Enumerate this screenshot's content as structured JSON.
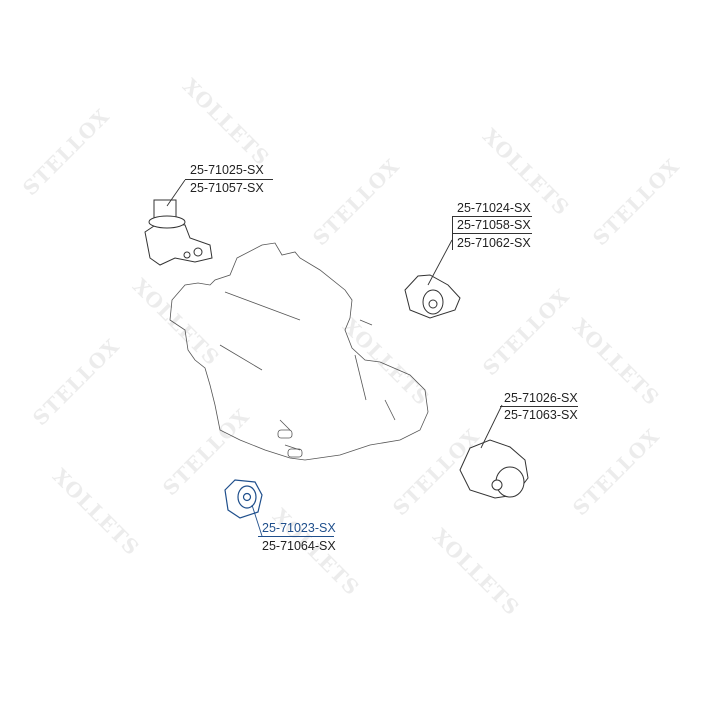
{
  "watermark": {
    "text": "STELLOX",
    "mirrored_text": "XOLLETS"
  },
  "parts": [
    {
      "id": "mount-top-left",
      "labels": [
        "25-71025-SX",
        "25-71057-SX"
      ]
    },
    {
      "id": "mount-top-right",
      "labels": [
        "25-71024-SX",
        "25-71058-SX",
        "25-71062-SX"
      ]
    },
    {
      "id": "mount-right",
      "labels": [
        "25-71026-SX",
        "25-71063-SX"
      ]
    },
    {
      "id": "mount-bottom",
      "labels": [
        "25-71023-SX",
        "25-71064-SX"
      ],
      "highlighted": "25-71023-SX"
    }
  ],
  "colors": {
    "line": "#333333",
    "highlight": "#1f4f8c",
    "watermark": "#ececec"
  }
}
